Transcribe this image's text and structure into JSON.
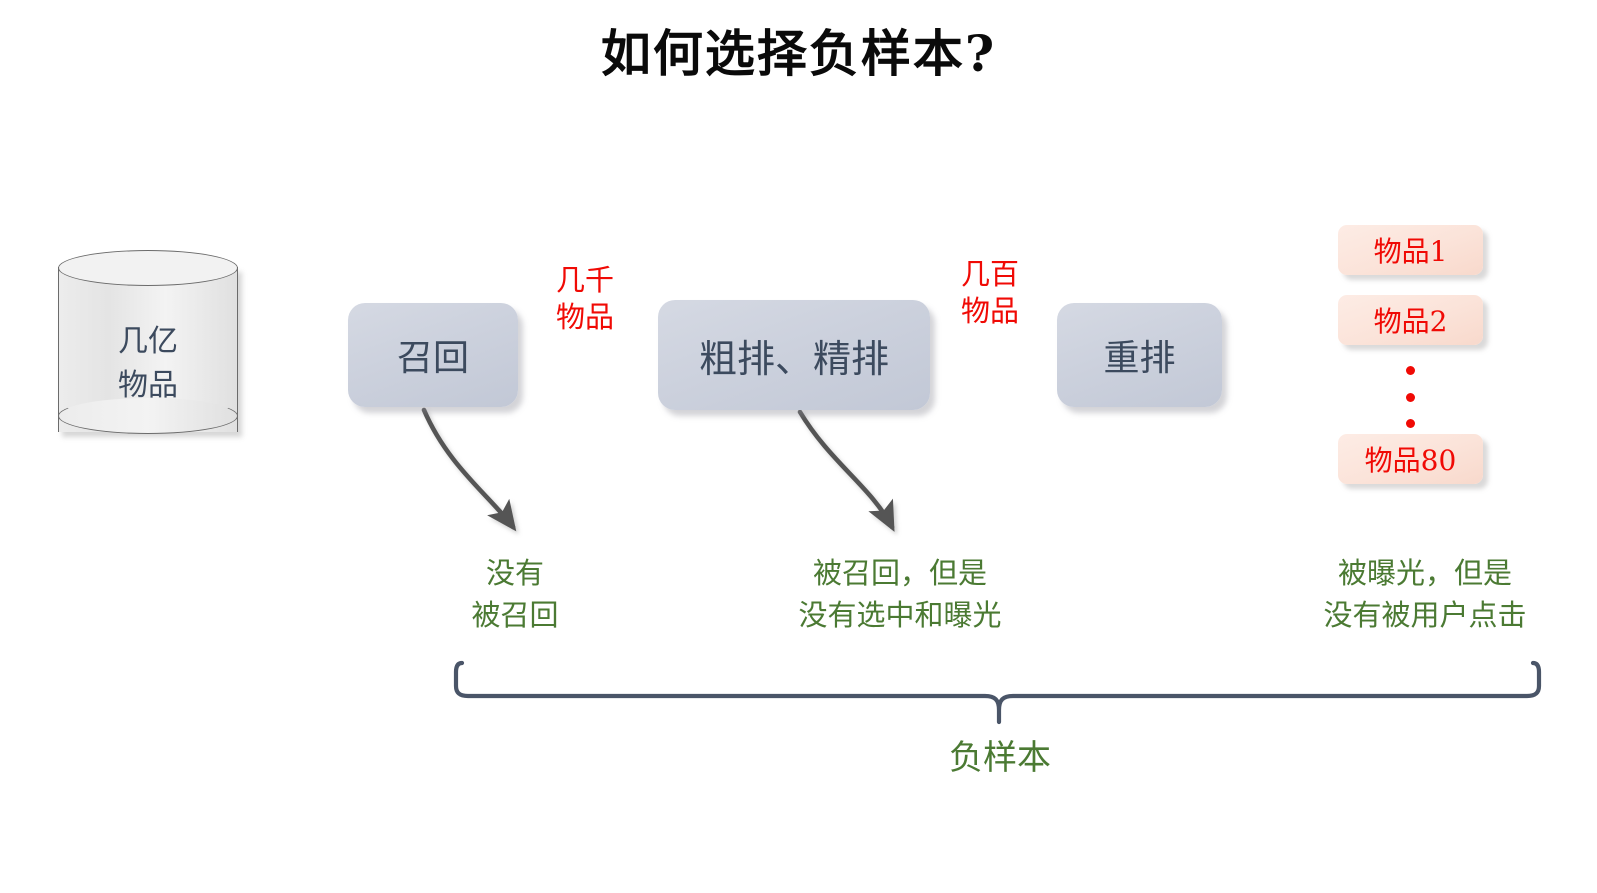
{
  "title": "如何选择负样本?",
  "source": {
    "name": "items-datastore",
    "label_line1": "几亿",
    "label_line2": "物品"
  },
  "pipeline": {
    "stages": [
      {
        "id": "recall",
        "label": "召回"
      },
      {
        "id": "rank",
        "label": "粗排、精排"
      },
      {
        "id": "rerank",
        "label": "重排"
      }
    ],
    "flow_labels": [
      {
        "id": "thousands",
        "line1": "几千",
        "line2": "物品"
      },
      {
        "id": "hundreds",
        "line1": "几百",
        "line2": "物品"
      }
    ]
  },
  "results": {
    "items": [
      {
        "label": "物品1"
      },
      {
        "label": "物品2"
      },
      {
        "label": "物品80"
      }
    ],
    "ellipsis": "⋮"
  },
  "annotations": [
    {
      "id": "not-recalled",
      "line1": "没有",
      "line2": "被召回"
    },
    {
      "id": "recalled-not-shown",
      "line1": "被召回，但是",
      "line2": "没有选中和曝光"
    },
    {
      "id": "shown-not-clicked",
      "line1": "被曝光，但是",
      "line2": "没有被用户点击"
    }
  ],
  "brace": {
    "label": "负样本"
  },
  "colors": {
    "title": "#0a0a0a",
    "box_fill": "#ccd1dd",
    "box_text": "#3c4a5e",
    "flow_label": "#f00a05",
    "item_fill": "#fbe3d9",
    "item_text": "#f00a05",
    "annotation": "#4b7a33",
    "arrow": "#4d4d4d",
    "brace": "#4a5568",
    "background": "#ffffff"
  }
}
